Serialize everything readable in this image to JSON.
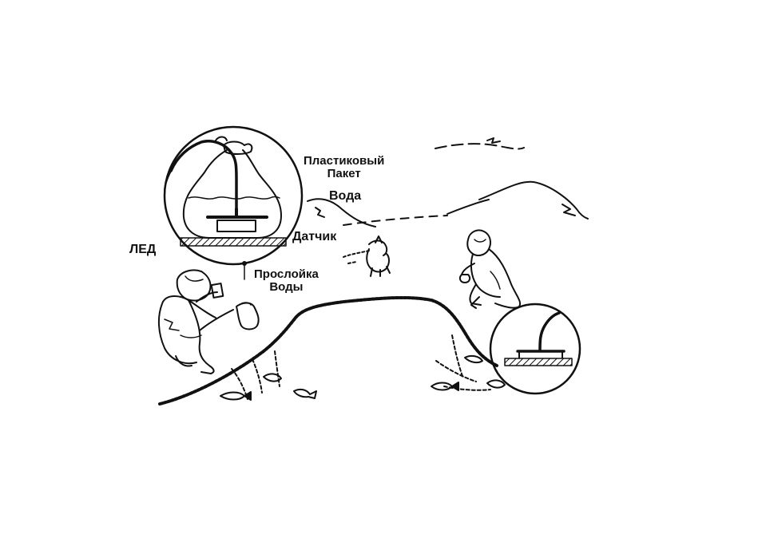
{
  "labels": {
    "plastic_bag": [
      "Пластиковый",
      "Пакет"
    ],
    "water": "Вода",
    "sensor": "Датчик",
    "ice": "ЛЕД",
    "water_layer": [
      "Прослойка",
      "Воды"
    ]
  },
  "colors": {
    "ink": "#111111",
    "background": "#ffffff"
  }
}
